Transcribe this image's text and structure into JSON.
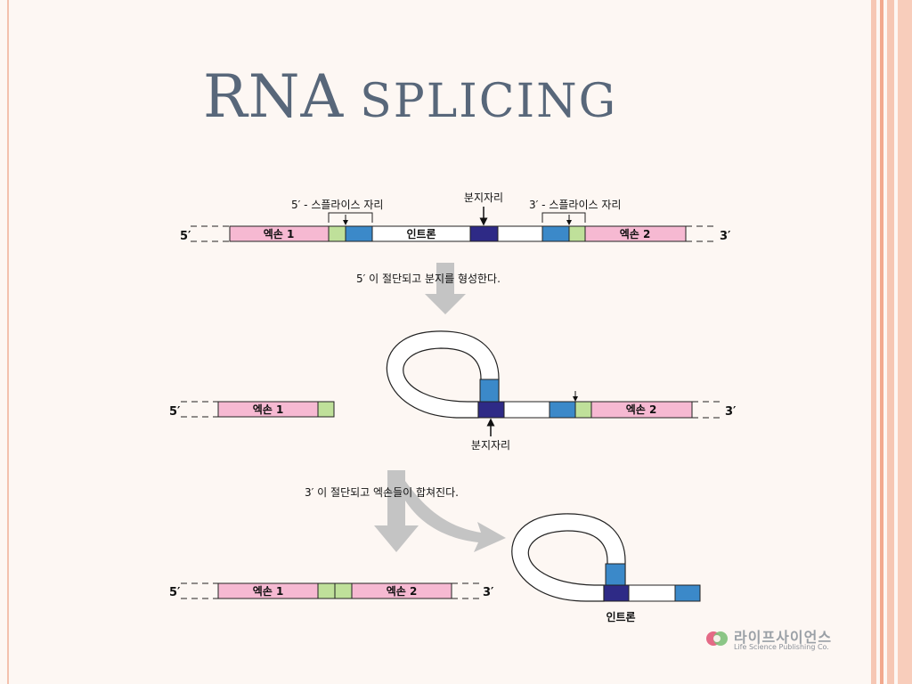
{
  "slide": {
    "title_main": "RNA",
    "title_rest": "SPLICING"
  },
  "colors": {
    "exon": "#f6b9d2",
    "green": "#bfe09a",
    "blue": "#3b89c9",
    "branch": "#2e2a86",
    "arrow": "#c4c4c4",
    "stripe1": "#f6c7b4",
    "stripe2": "#f2a98e"
  },
  "diagram": {
    "row1": {
      "five_prime": "5′",
      "three_prime": "3′",
      "label_5ss": "5′ - 스플라이스 자리",
      "label_branch": "분지자리",
      "label_3ss": "3′ - 스플라이스 자리",
      "exon1": "엑손 1",
      "intron": "인트론",
      "exon2": "엑손 2"
    },
    "step1": "5′ 이 절단되고 분지를 형성한다.",
    "row2": {
      "five_prime": "5′",
      "three_prime": "3′",
      "exon1": "엑손 1",
      "exon2": "엑손 2",
      "branch_label": "분지자리"
    },
    "step2": "3′ 이 절단되고 엑손들이 합쳐진다.",
    "row3": {
      "five_prime": "5′",
      "three_prime": "3′",
      "exon1": "엑손 1",
      "exon2": "엑손 2",
      "intron_label": "인트론"
    }
  },
  "logo": {
    "icon": "leaf-logo-icon",
    "korean": "라이프사이언스",
    "english": "Life Science Publishing Co."
  }
}
